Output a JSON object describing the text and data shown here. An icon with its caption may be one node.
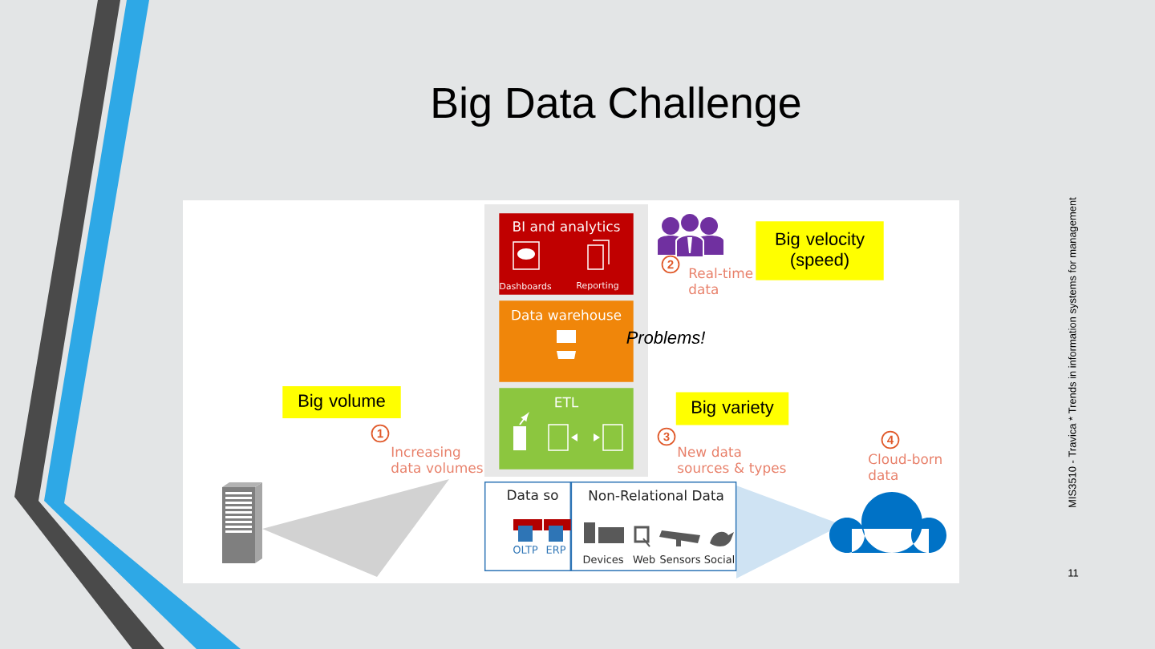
{
  "diagram": {
    "title": "Big Data Challenge",
    "nodes": [
      {
        "text": [
          "BI and analytics",
          "Dashboards",
          "Reporting"
        ]
      },
      {
        "text": [
          "Data warehouse"
        ]
      },
      {
        "text": [
          "ETL"
        ]
      },
      {
        "text": [
          "Data so",
          "OLTP",
          "ERP"
        ]
      },
      {
        "text": [
          "Non-Relational Data",
          "Devices",
          "Web",
          "Sensors",
          "Social"
        ]
      },
      {
        "text": [
          "Big volume"
        ]
      },
      {
        "text": [
          "Big velocity (speed)"
        ]
      },
      {
        "text": [
          "Big variety"
        ]
      },
      {
        "text": [
          "1"
        ],
        "beside": [
          "Increasing data volumes"
        ]
      },
      {
        "text": [
          "2"
        ],
        "beside": [
          "Real-time data"
        ]
      },
      {
        "text": [
          "3"
        ],
        "beside": [
          "New data sources & types"
        ]
      },
      {
        "text": [
          "4"
        ],
        "beside": [
          "Cloud-born data"
        ]
      }
    ],
    "labels": [
      "Problems!",
      "MIS3510 - Travica * Trends in information systems for management",
      "11"
    ]
  }
}
